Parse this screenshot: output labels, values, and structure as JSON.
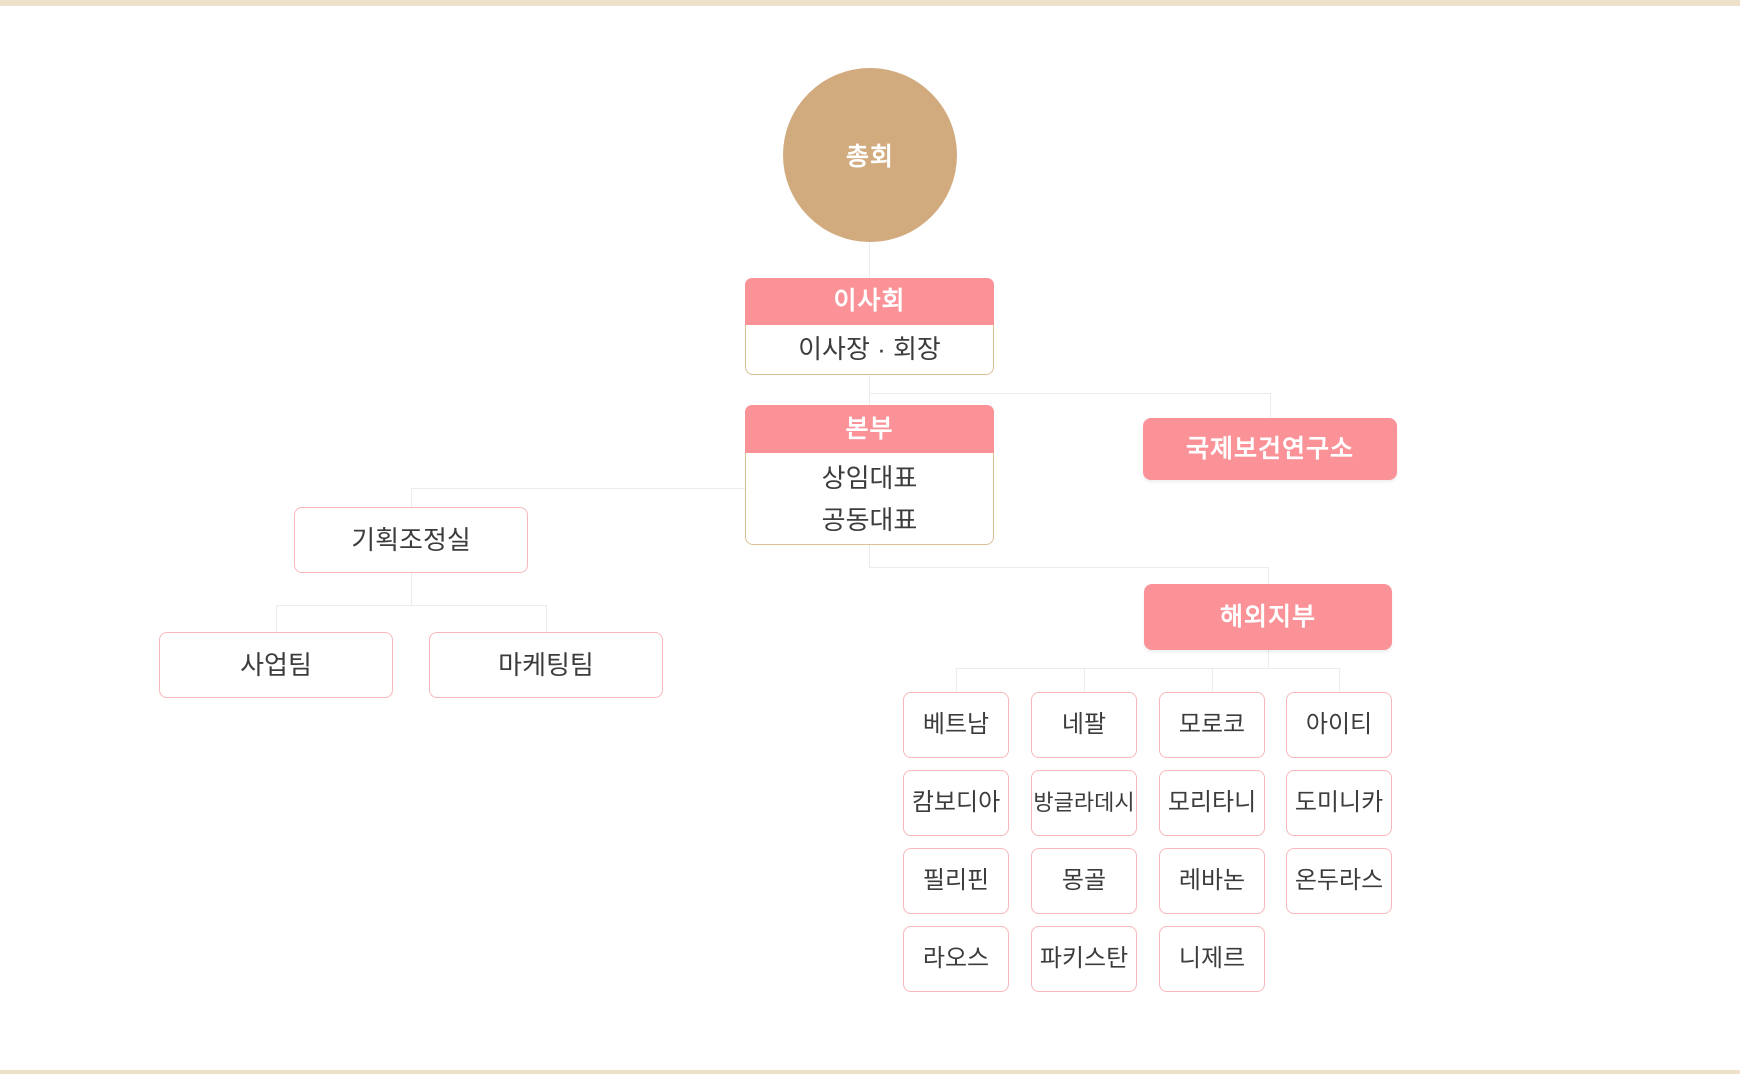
{
  "page": {
    "background": "#ffffff",
    "top_bar_color": "#efe1c9",
    "bottom_bar_color": "#efe1c9"
  },
  "colors": {
    "node_pink": "#fa9298",
    "node_pink_border": "#f9b7bb",
    "circle_tan": "#d1aa7e",
    "body_tan_border": "#dcc095",
    "connector_line": "#ececec",
    "text_dark": "#3c3c3c",
    "text_white": "#ffffff"
  },
  "org_chart": {
    "root": {
      "label": "총회"
    },
    "board": {
      "title": "이사회",
      "subtitle": "이사장 · 회장"
    },
    "headquarters": {
      "title": "본부",
      "members": [
        "상임대표",
        "공동대표"
      ]
    },
    "research_institute": {
      "label": "국제보건연구소"
    },
    "planning_office": {
      "label": "기획조정실",
      "teams": [
        "사업팀",
        "마케팅팀"
      ]
    },
    "overseas_branches": {
      "label": "해외지부",
      "columns": [
        [
          "베트남",
          "캄보디아",
          "필리핀",
          "라오스"
        ],
        [
          "네팔",
          "방글라데시",
          "몽골",
          "파키스탄"
        ],
        [
          "모로코",
          "모리타니",
          "레바논",
          "니제르"
        ],
        [
          "아이티",
          "도미니카",
          "온두라스"
        ]
      ]
    }
  }
}
